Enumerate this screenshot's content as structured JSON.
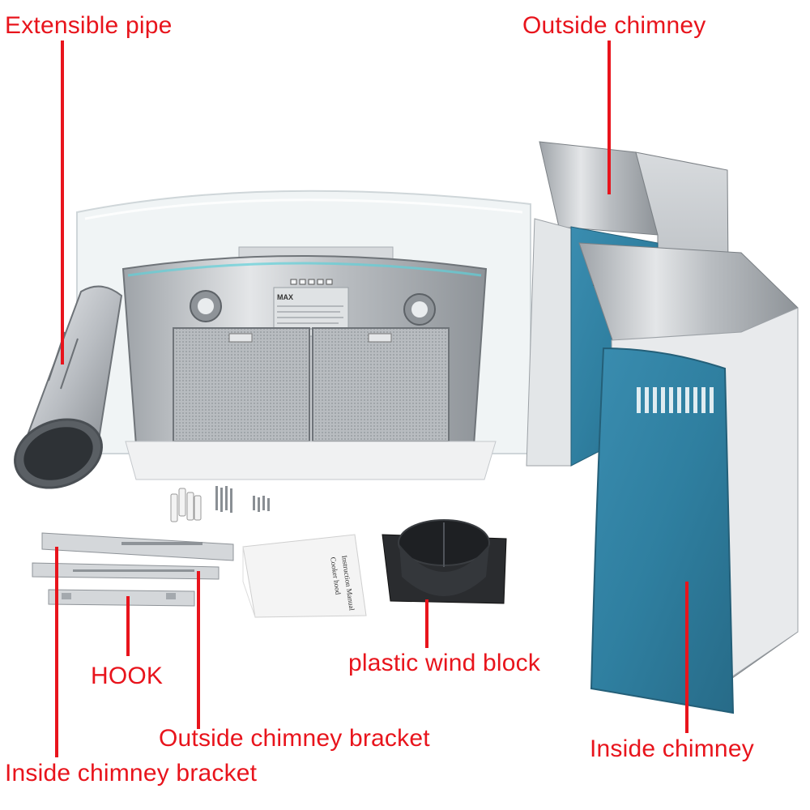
{
  "colors": {
    "label": "#e8141c",
    "leader_line": "#e8141c",
    "steel": "#c9ccd0",
    "blue_panel": "#2f7fa0",
    "glass": "#eef3f4",
    "background": "#ffffff"
  },
  "labels": {
    "extensible_pipe": "Extensible pipe",
    "outside_chimney": "Outside chimney",
    "hook": "HOOK",
    "plastic_wind_block": "plastic wind block",
    "outside_chimney_bracket": "Outside chimney bracket",
    "inside_chimney": "Inside chimney",
    "inside_chimney_bracket": "Inside chimney bracket"
  },
  "manual": {
    "line1": "Instruction Manual",
    "line2": "Cooker hood"
  },
  "hood": {
    "spec_brand": "MAX"
  }
}
